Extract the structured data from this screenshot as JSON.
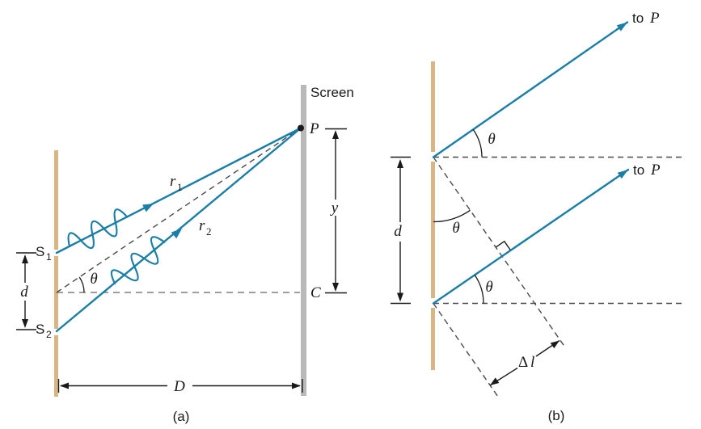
{
  "panel_a": {
    "caption": "(a)",
    "screen": "Screen",
    "p": "P",
    "c": "C",
    "y": "y",
    "d": "d",
    "big_d": "D",
    "theta": "θ",
    "r1": {
      "base": "r",
      "sub": "1"
    },
    "r2": {
      "base": "r",
      "sub": "2"
    },
    "s1": {
      "base": "S",
      "sub": "1"
    },
    "s2": {
      "base": "S",
      "sub": "2"
    }
  },
  "panel_b": {
    "caption": "(b)",
    "to_p_upper": {
      "to": "to",
      "p": "P"
    },
    "to_p_lower": {
      "to": "to",
      "p": "P"
    },
    "theta_upper": "θ",
    "theta_barrier": "θ",
    "theta_lower": "θ",
    "d": "d",
    "delta_l": {
      "delta": "Δ",
      "var": "l"
    }
  },
  "colors": {
    "ray": "#1b7ea7",
    "barrier": "#d8b583",
    "screen_bar": "#b9b9b9",
    "dashed_line": "#4a4a4a",
    "text": "#1a1a1a"
  }
}
